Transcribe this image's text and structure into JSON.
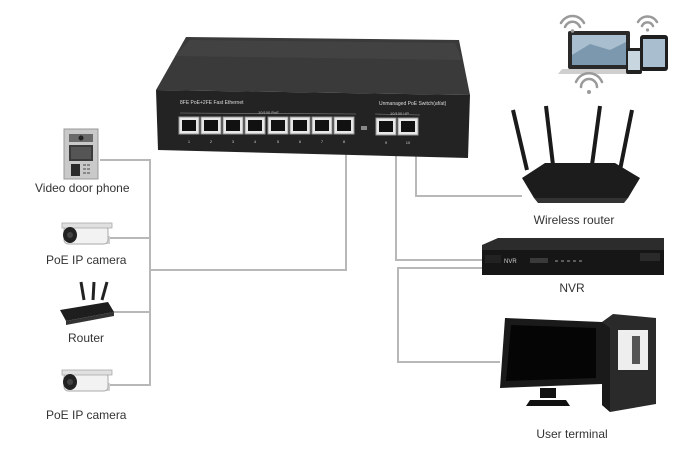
{
  "switch": {
    "panel_left_text": "8FE PoE+2FE Fast Ethernet",
    "panel_right_text": "Unmanaged PoE Switch(af/at)",
    "poe_group_label": "10/100 PoE",
    "uplink_group_label": "10/100 UP",
    "port_numbers": [
      "1",
      "2",
      "3",
      "4",
      "5",
      "6",
      "7",
      "8",
      "9",
      "10"
    ]
  },
  "devices": {
    "left": [
      {
        "id": "video-door-phone",
        "label": "Video door phone"
      },
      {
        "id": "poe-ip-camera-1",
        "label": "PoE IP camera"
      },
      {
        "id": "router",
        "label": "Router"
      },
      {
        "id": "poe-ip-camera-2",
        "label": "PoE IP camera"
      }
    ],
    "right": [
      {
        "id": "wireless-router",
        "label": "Wireless router"
      },
      {
        "id": "nvr",
        "label": "NVR",
        "brand_text": "NVR"
      },
      {
        "id": "user-terminal",
        "label": "User terminal"
      }
    ]
  },
  "colors": {
    "cable": "#b8b8b8",
    "switch_body": "#2b2b2b",
    "wifi": "#9a9a9a",
    "label_text": "#333333"
  }
}
